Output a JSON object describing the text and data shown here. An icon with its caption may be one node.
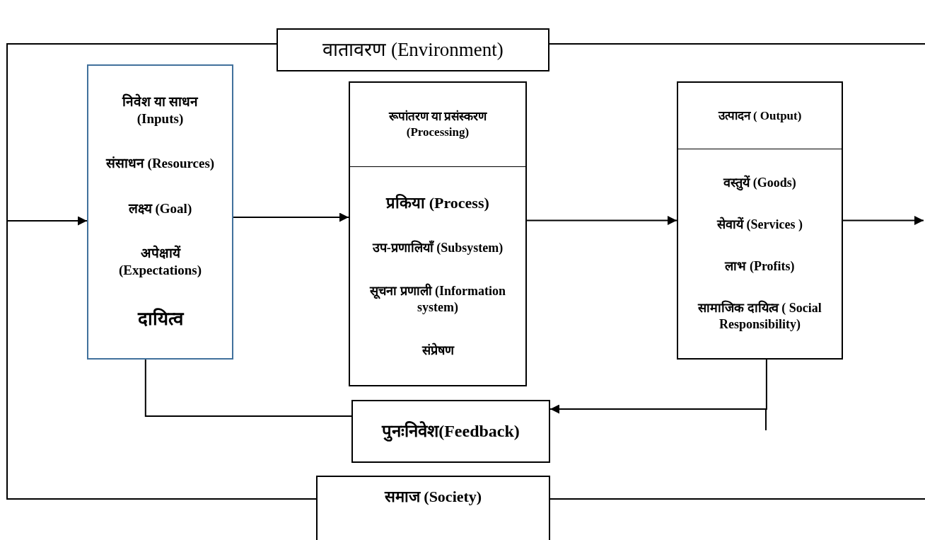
{
  "diagram": {
    "nodes": [
      {
        "text": [
          "वातावरण (Environment)"
        ]
      },
      {
        "text": [
          "निवेश या साधन (Inputs)",
          "संसाधन (Resources)",
          "लक्ष्य (Goal)",
          "अपेक्षायें (Expectations)",
          "दायित्व"
        ]
      },
      {
        "text": [
          "रूपांतरण या प्रसंस्करण (Processing)",
          "प्रकिया (Process)",
          "उप-प्रणालियाँ (Subsystem)",
          "सूचना प्रणाली (Information system)",
          "संप्रेषण"
        ]
      },
      {
        "text": [
          "उत्पादन ( Output)",
          "वस्तुयें (Goods)",
          "सेवायें (Services )",
          "लाभ (Profits)",
          "सामाजिक दायित्व ( Social Responsibility)"
        ]
      },
      {
        "text": [
          "पुनःनिवेश(Feedback)"
        ]
      },
      {
        "text": [
          "समाज (Society)"
        ]
      }
    ],
    "edges": [
      {
        "from": null,
        "to": 1,
        "arrow": "to"
      },
      {
        "from": 1,
        "to": 2,
        "arrow": "to"
      },
      {
        "from": 2,
        "to": 3,
        "arrow": "to"
      },
      {
        "from": 3,
        "to": null,
        "arrow": "to"
      },
      {
        "from": 3,
        "to": 4,
        "arrow": "to"
      },
      {
        "from": 4,
        "to": 1,
        "arrow": "none"
      }
    ]
  }
}
